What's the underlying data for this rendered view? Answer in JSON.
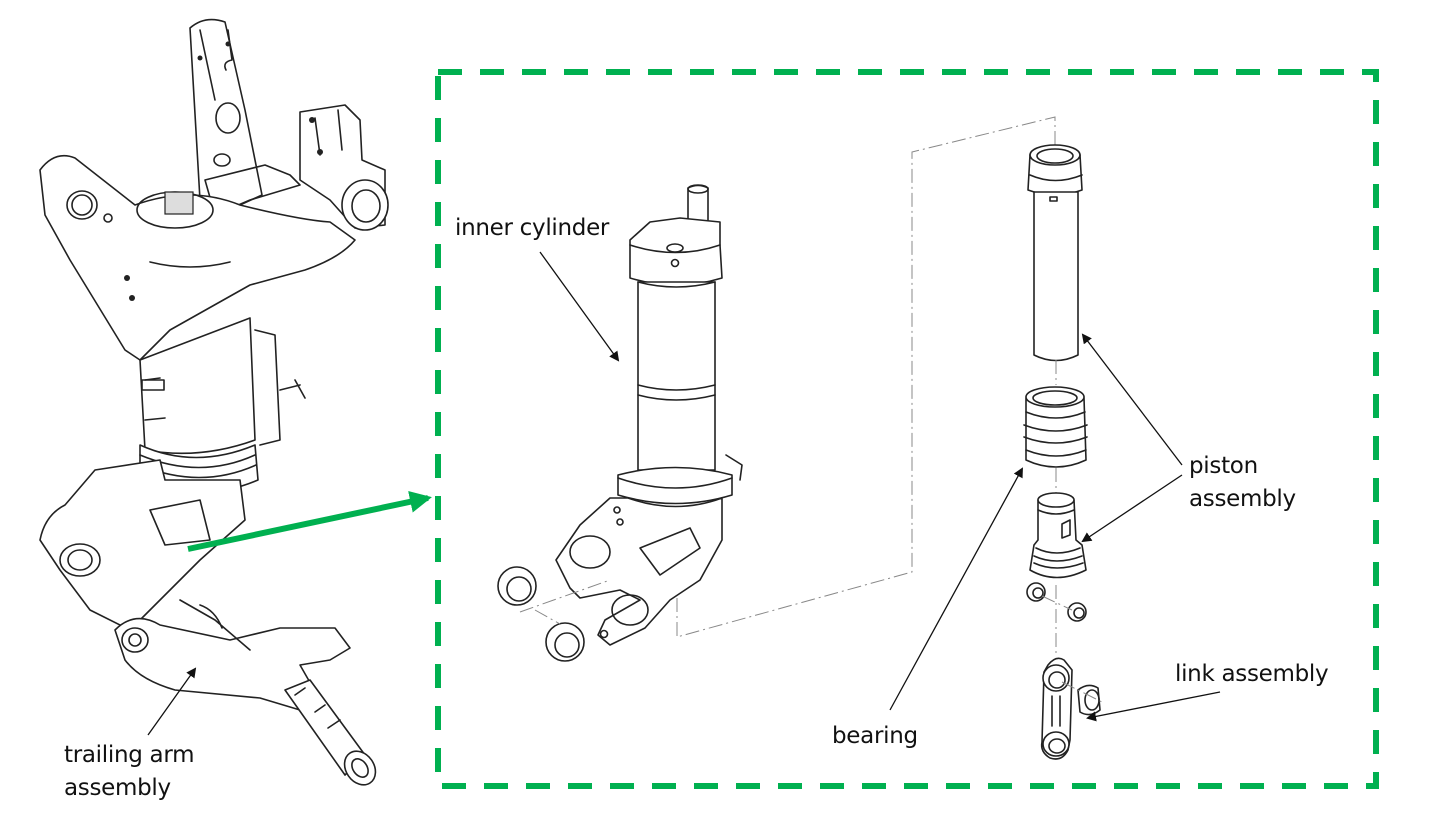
{
  "figure": {
    "callout_box_color": "#00b050",
    "pointer_arrow_color": "#00b050"
  },
  "labels": {
    "inner_cylinder": "inner cylinder",
    "piston_assembly_line1": "piston",
    "piston_assembly_line2": "assembly",
    "link_assembly": "link assembly",
    "bearing": "bearing",
    "trailing_arm_line1": "trailing arm",
    "trailing_arm_line2": "assembly"
  }
}
